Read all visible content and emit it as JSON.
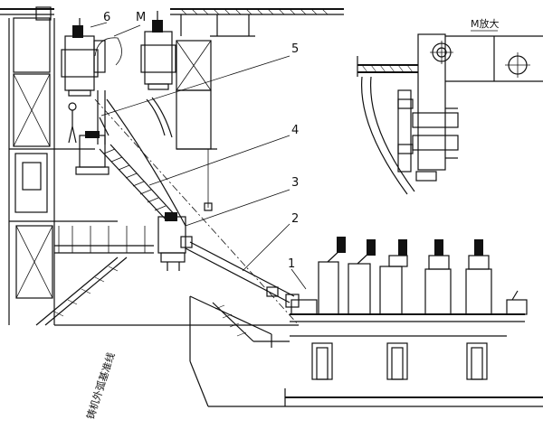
{
  "diagram": {
    "callouts": [
      {
        "id": "1",
        "label": "1"
      },
      {
        "id": "2",
        "label": "2"
      },
      {
        "id": "3",
        "label": "3"
      },
      {
        "id": "4",
        "label": "4"
      },
      {
        "id": "5",
        "label": "5"
      },
      {
        "id": "6",
        "label": "6"
      },
      {
        "id": "M",
        "label": "M"
      }
    ],
    "detail_title": "M放大",
    "baseline_text": "铸机外弧基准线"
  },
  "colors": {
    "ink": "#111111",
    "paper": "#ffffff"
  }
}
